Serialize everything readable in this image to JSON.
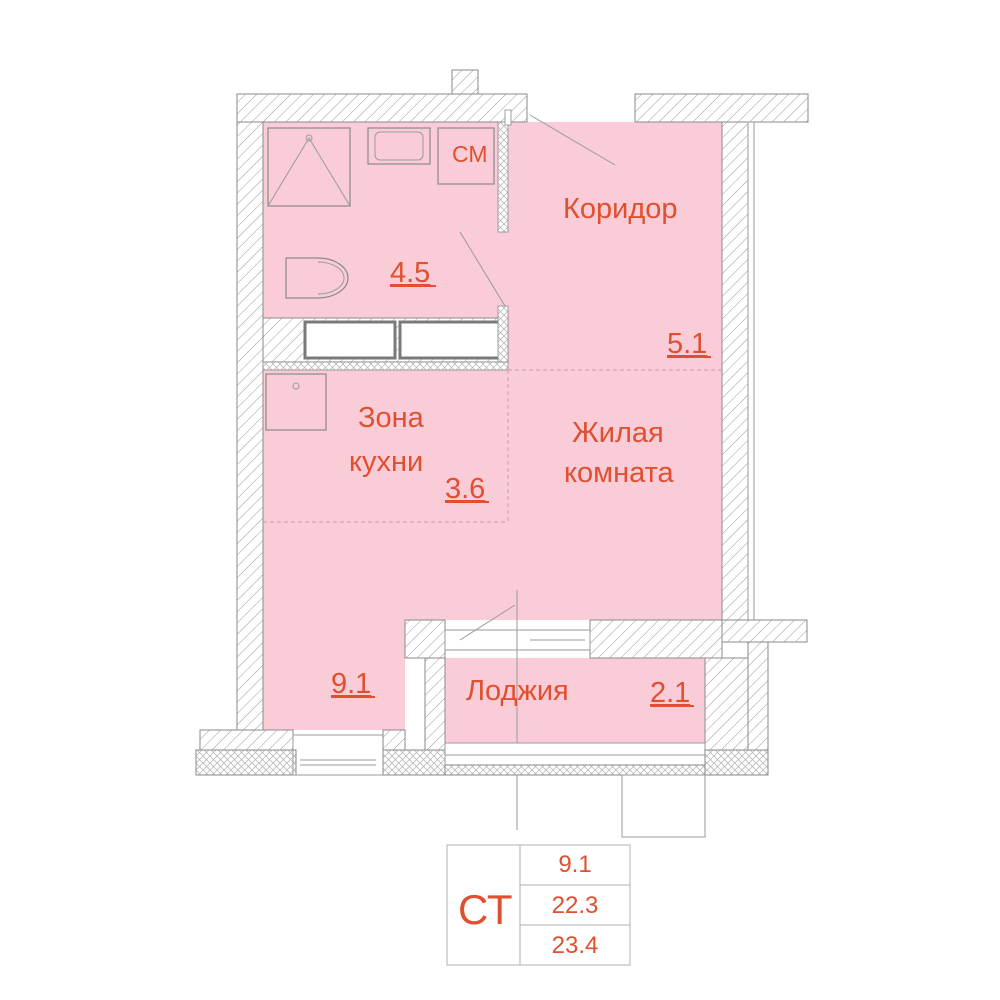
{
  "rooms": {
    "bathroom": {
      "area": "4.5",
      "washer_label": "СМ"
    },
    "corridor": {
      "name": "Коридор",
      "area": "5.1"
    },
    "kitchen": {
      "name_line1": "Зона",
      "name_line2": "кухни",
      "area": "3.6"
    },
    "living": {
      "name_line1": "Жилая",
      "name_line2": "комната",
      "area": "9.1"
    },
    "loggia": {
      "name": "Лоджия",
      "area": "2.1"
    }
  },
  "summary": {
    "type": "СТ",
    "values": [
      "9.1",
      "22.3",
      "23.4"
    ]
  },
  "colors": {
    "room_fill": "#f9ccd8",
    "label": "#e0502e",
    "wall_line": "#8a8a8a"
  }
}
